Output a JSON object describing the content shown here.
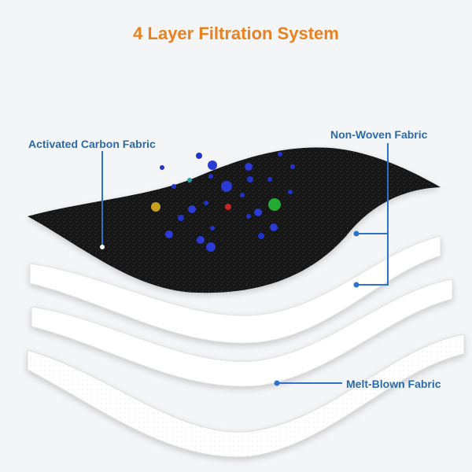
{
  "title": "4 Layer Filtration System",
  "labels": {
    "activated_carbon": "Activated Carbon Fabric",
    "non_woven": "Non-Woven Fabric",
    "melt_blown": "Melt-Blown Fabric"
  },
  "colors": {
    "title": "#e8811e",
    "label_text": "#2a6aa8",
    "leader_line": "#2d72c9",
    "carbon_layer": "#151515",
    "white_layer": "#ffffff",
    "particle_blue": "#2233cc",
    "particle_green": "#22aa33",
    "particle_red": "#cc2222",
    "particle_yellow": "#c8a020",
    "particle_teal": "#2aa0a0"
  }
}
